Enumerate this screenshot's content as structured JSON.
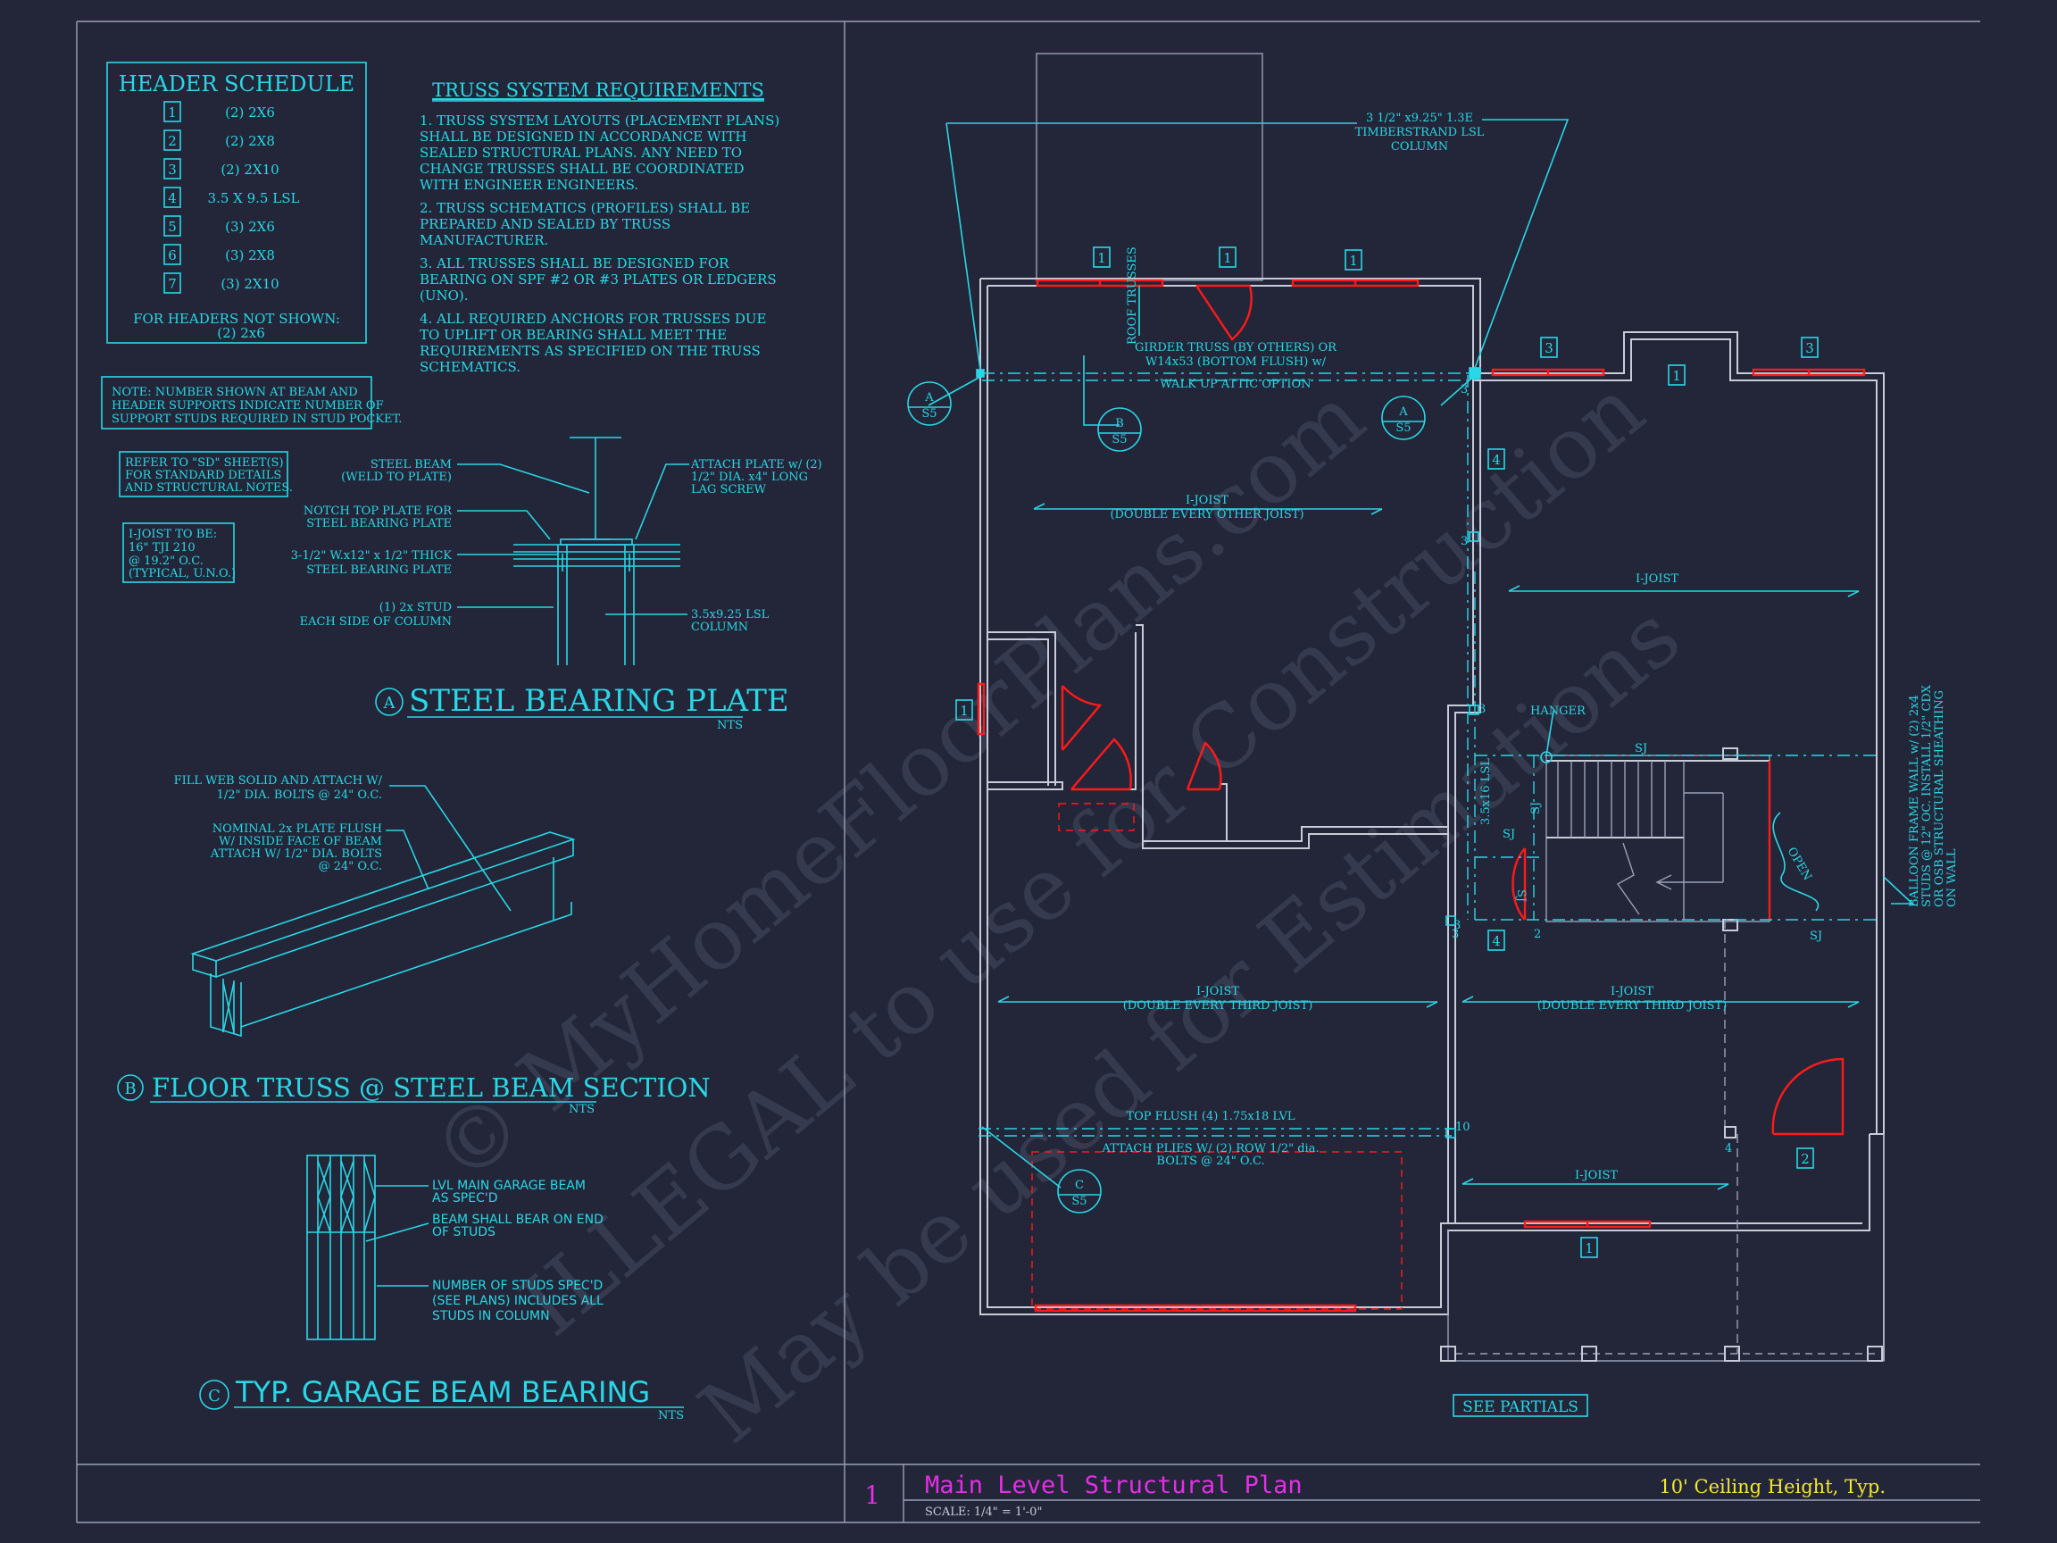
{
  "header_schedule": {
    "title": "HEADER SCHEDULE",
    "rows": [
      {
        "num": "1",
        "desc": "(2) 2X6"
      },
      {
        "num": "2",
        "desc": "(2) 2X8"
      },
      {
        "num": "3",
        "desc": "(2) 2X10"
      },
      {
        "num": "4",
        "desc": "3.5 X 9.5 LSL"
      },
      {
        "num": "5",
        "desc": "(3) 2X6"
      },
      {
        "num": "6",
        "desc": "(3) 2X8"
      },
      {
        "num": "7",
        "desc": "(3) 2X10"
      }
    ],
    "footer_1": "FOR HEADERS NOT SHOWN:",
    "footer_2": "(2) 2x6"
  },
  "truss_requirements": {
    "title": "TRUSS SYSTEM REQUIREMENTS",
    "lines": [
      "1. TRUSS SYSTEM LAYOUTS (PLACEMENT PLANS)",
      "SHALL BE DESIGNED IN ACCORDANCE WITH",
      "SEALED STRUCTURAL PLANS. ANY NEED TO",
      "CHANGE TRUSSES SHALL BE COORDINATED",
      "WITH ENGINEER ENGINEERS.",
      "2. TRUSS SCHEMATICS (PROFILES) SHALL BE",
      "PREPARED AND SEALED BY TRUSS",
      "MANUFACTURER.",
      "3. ALL TRUSSES SHALL BE DESIGNED FOR",
      "BEARING ON SPF #2 OR #3 PLATES OR LEDGERS",
      "(UNO).",
      "4. ALL REQUIRED ANCHORS FOR TRUSSES DUE",
      "TO UPLIFT OR BEARING SHALL MEET THE",
      "REQUIREMENTS AS SPECIFIED ON THE TRUSS",
      "SCHEMATICS."
    ]
  },
  "notes": {
    "note": [
      "NOTE: NUMBER SHOWN AT BEAM AND",
      "HEADER SUPPORTS INDICATE NUMBER OF",
      "SUPPORT STUDS REQUIRED IN STUD POCKET."
    ],
    "refer": [
      "REFER TO \"SD\" SHEET(S)",
      "FOR STANDARD DETAILS",
      "AND STRUCTURAL NOTES."
    ],
    "ijoist": [
      "I-JOIST TO BE:",
      "16\" TJI 210",
      "@ 19.2\" O.C.",
      "(TYPICAL, U.N.O.)"
    ]
  },
  "detail_a": {
    "letter": "A",
    "title": "STEEL BEARING PLATE",
    "scale": "NTS",
    "labels": {
      "steel_beam": [
        "STEEL BEAM",
        "(WELD TO PLATE)"
      ],
      "attach_plate": [
        "ATTACH PLATE w/ (2)",
        "1/2\" DIA. x4\" LONG",
        "LAG SCREW"
      ],
      "notch": [
        "NOTCH TOP PLATE FOR",
        "STEEL BEARING PLATE"
      ],
      "plate": [
        "3-1/2\" W.x12\" x 1/2\" THICK",
        "STEEL BEARING PLATE"
      ],
      "stud": [
        "(1) 2x  STUD",
        "EACH SIDE OF COLUMN"
      ],
      "column": [
        "3.5x9.25 LSL",
        "COLUMN"
      ]
    }
  },
  "detail_b": {
    "letter": "B",
    "title": "FLOOR TRUSS @ STEEL BEAM SECTION",
    "scale": "NTS",
    "labels": {
      "fill_web": [
        "FILL WEB SOLID AND ATTACH W/",
        "1/2\" DIA. BOLTS @ 24\" O.C."
      ],
      "nominal": [
        "NOMINAL 2x  PLATE FLUSH",
        "W/ INSIDE FACE OF BEAM",
        "ATTACH W/ 1/2\" DIA. BOLTS",
        "@ 24\" O.C."
      ]
    }
  },
  "detail_c": {
    "letter": "C",
    "title": "TYP. GARAGE BEAM BEARING",
    "scale": "NTS",
    "labels": {
      "lvl": [
        "LVL MAIN GARAGE BEAM",
        "AS SPEC'D"
      ],
      "bear": [
        "BEAM SHALL BEAR ON END",
        "OF STUDS"
      ],
      "studs": [
        "NUMBER OF STUDS SPEC'D",
        "(SEE PLANS) INCLUDES ALL",
        "STUDS IN COLUMN"
      ]
    }
  },
  "plan": {
    "column_note": [
      "3 1/2\" x9.25\" 1.3E",
      "TIMBERSTRAND LSL",
      "COLUMN"
    ],
    "girder": [
      "GIRDER TRUSS (BY OTHERS) OR",
      "W14x53 (BOTTOM FLUSH) w/",
      "WALK UP ATTIC OPTION"
    ],
    "roof_trusses": "ROOF TRUSSES",
    "ijoist_dbl_other": [
      "I-JOIST",
      "(DOUBLE EVERY OTHER JOIST)"
    ],
    "ijoist": "I-JOIST",
    "ijoist_dbl_third": [
      "I-JOIST",
      "(DOUBLE EVERY THIRD JOIST)"
    ],
    "top_flush": "TOP FLUSH (4) 1.75x18 LVL",
    "attach_plies": [
      "ATTACH PLIES W/ (2) ROW 1/2\" dia.",
      "BOLTS @ 24\" O.C."
    ],
    "hanger": "HANGER",
    "sj": "SJ",
    "lsl_beam": "3.5x16 LSL",
    "open": "OPEN",
    "balloon": [
      "BALLOON FRAME WALL w/ (2) 2x4",
      "STUDS @ 12\" OC. INSTALL 1/2\" CDX",
      "OR OSB STRUCTURAL SHEATHING",
      "ON WALL"
    ],
    "see_partials": "SEE PARTIALS",
    "section_sheet": "S5",
    "header_tags": [
      "1",
      "1",
      "1",
      "3",
      "3",
      "1",
      "4",
      "4",
      "1",
      "1",
      "2"
    ],
    "stud_counts": [
      "3",
      "3",
      "3",
      "3",
      "2",
      "10",
      "4",
      "3"
    ]
  },
  "title_block": {
    "sheet_number": "1",
    "title": "Main Level Structural Plan",
    "scale": "SCALE: 1/4\" = 1'-0\"",
    "ceiling": "10' Ceiling Height, Typ."
  },
  "watermark": {
    "line1": "© MyHomeFloorPlans.com",
    "line2": "ILLEGAL to use for Construction",
    "line3": "May be used for Estimations"
  },
  "colors": {
    "background": "#222638",
    "cyan": "#29d7e6",
    "red": "#ff1a1a",
    "magenta": "#e62ee6",
    "yellow": "#f2e82e",
    "wall": "#c9ccd8"
  }
}
